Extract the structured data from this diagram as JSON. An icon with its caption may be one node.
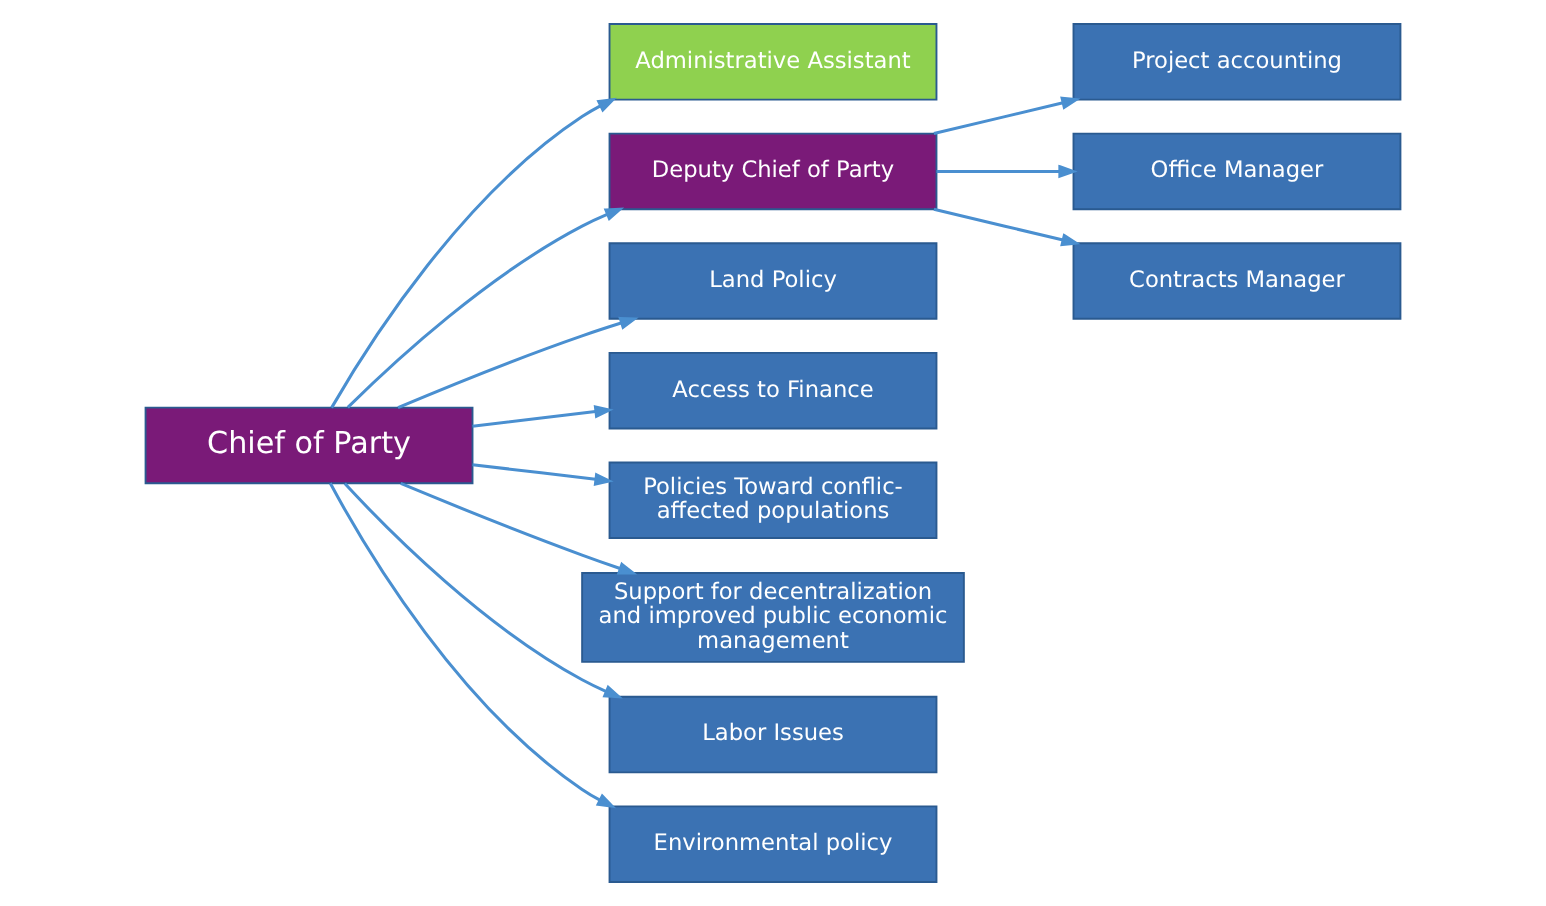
{
  "diagram": {
    "nodes": [
      {
        "text": [
          "Chief of Party"
        ]
      },
      {
        "text": [
          "Administrative Assistant"
        ]
      },
      {
        "text": [
          "Deputy Chief of Party"
        ]
      },
      {
        "text": [
          "Project accounting"
        ]
      },
      {
        "text": [
          "Office Manager"
        ]
      },
      {
        "text": [
          "Contracts Manager"
        ]
      },
      {
        "text": [
          "Land Policy"
        ]
      },
      {
        "text": [
          "Access to Finance"
        ]
      },
      {
        "text": [
          "Policies Toward conflic-affected populations"
        ]
      },
      {
        "text": [
          "Support for decentralization and improved public economic management"
        ]
      },
      {
        "text": [
          "Labor Issues"
        ]
      },
      {
        "text": [
          "Environmental policy"
        ]
      }
    ],
    "edges": [
      {
        "from": 0,
        "to": 1,
        "arrow": "to"
      },
      {
        "from": 0,
        "to": 2,
        "arrow": "to"
      },
      {
        "from": 0,
        "to": 6,
        "arrow": "to"
      },
      {
        "from": 0,
        "to": 7,
        "arrow": "to"
      },
      {
        "from": 0,
        "to": 8,
        "arrow": "to"
      },
      {
        "from": 0,
        "to": 9,
        "arrow": "to"
      },
      {
        "from": 0,
        "to": 10,
        "arrow": "to"
      },
      {
        "from": 0,
        "to": 11,
        "arrow": "to"
      },
      {
        "from": 2,
        "to": 3,
        "arrow": "to"
      },
      {
        "from": 2,
        "to": 4,
        "arrow": "to"
      },
      {
        "from": 2,
        "to": 5,
        "arrow": "to"
      }
    ]
  }
}
